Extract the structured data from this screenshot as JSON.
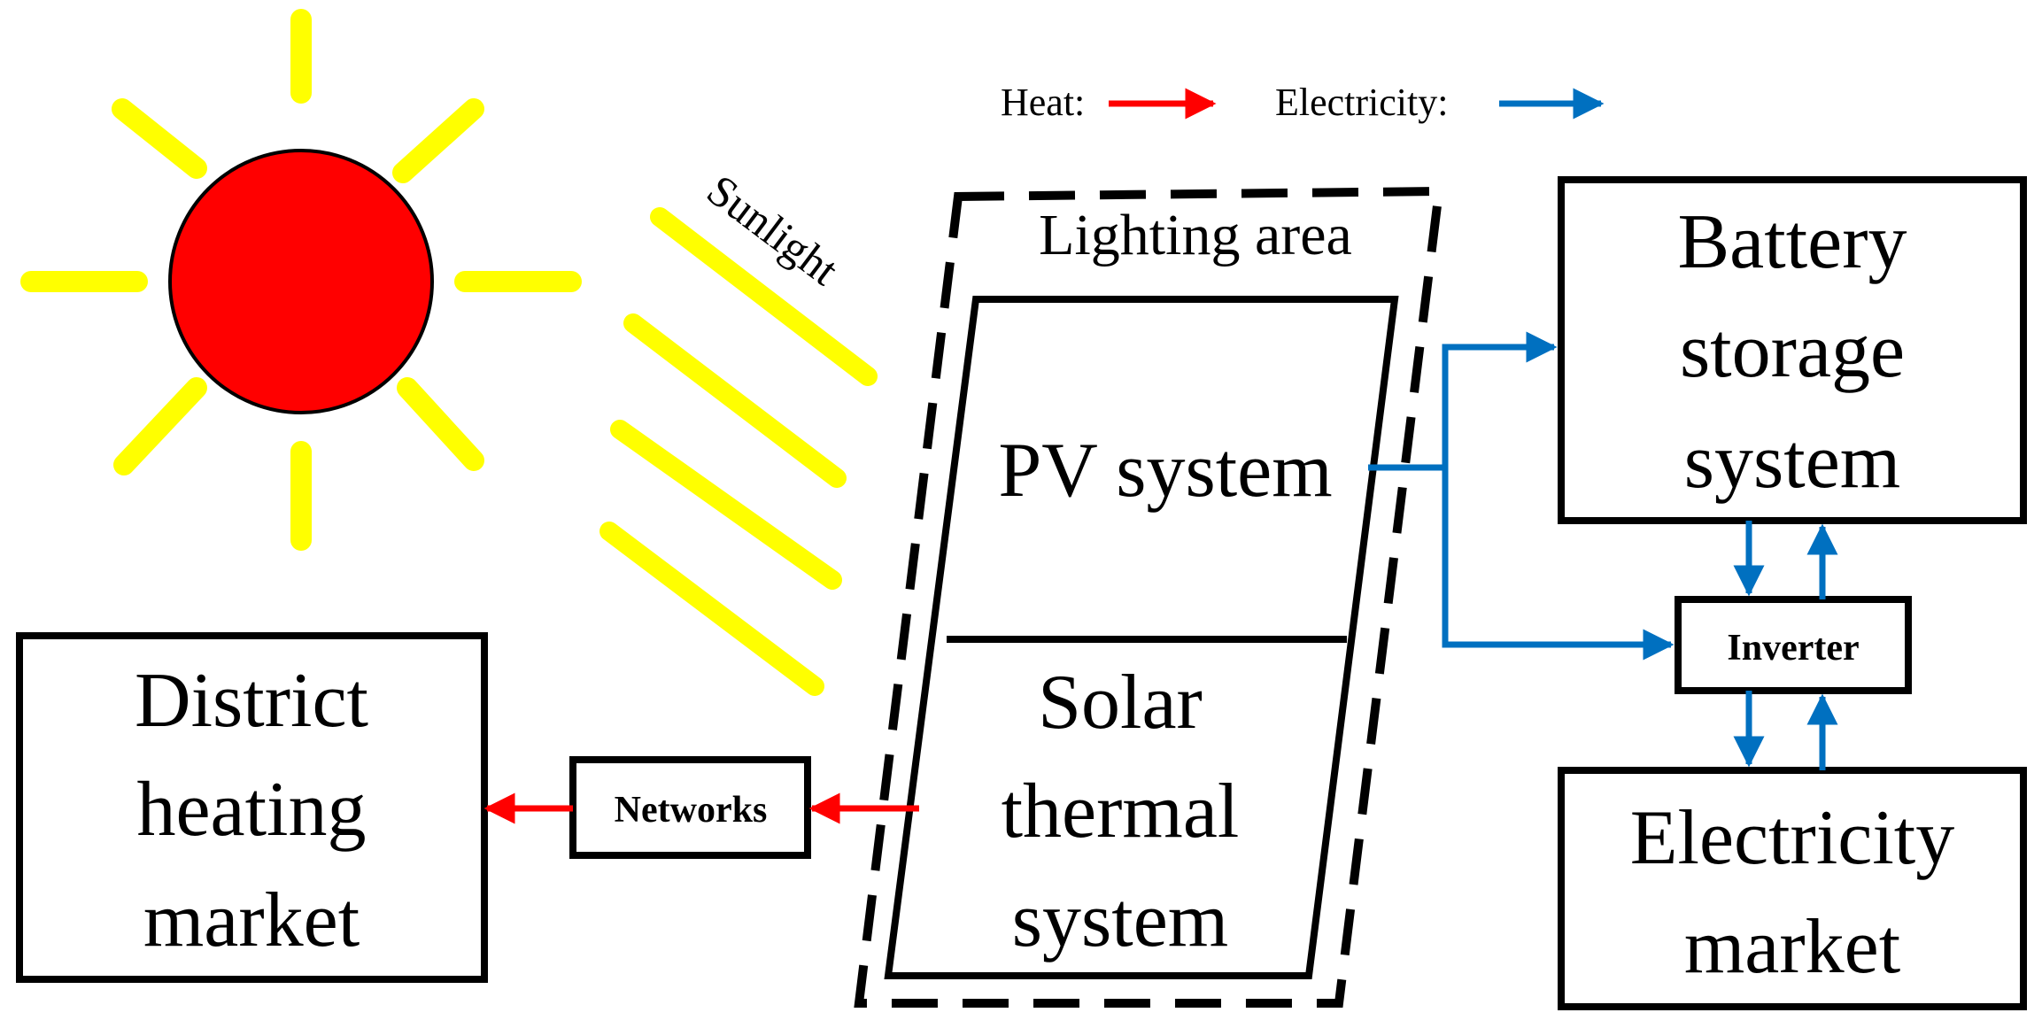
{
  "legend": {
    "heat_label": "Heat:",
    "electricity_label": "Electricity:"
  },
  "sunlight_label": "Sunlight",
  "lighting_area_label": "Lighting area",
  "pv_system_label": "PV system",
  "solar_thermal": {
    "line1": "Solar",
    "line2": "thermal",
    "line3": "system"
  },
  "district_heating": {
    "line1": "District",
    "line2": "heating",
    "line3": "market"
  },
  "networks_label": "Networks",
  "battery": {
    "line1": "Battery",
    "line2": "storage",
    "line3": "system"
  },
  "inverter_label": "Inverter",
  "electricity_market": {
    "line1": "Electricity",
    "line2": "market"
  },
  "colors": {
    "heat": "#ff0000",
    "electricity": "#0070c0",
    "sun_body": "#ff0000",
    "sun_rays": "#ffff00",
    "outline": "#000000"
  }
}
